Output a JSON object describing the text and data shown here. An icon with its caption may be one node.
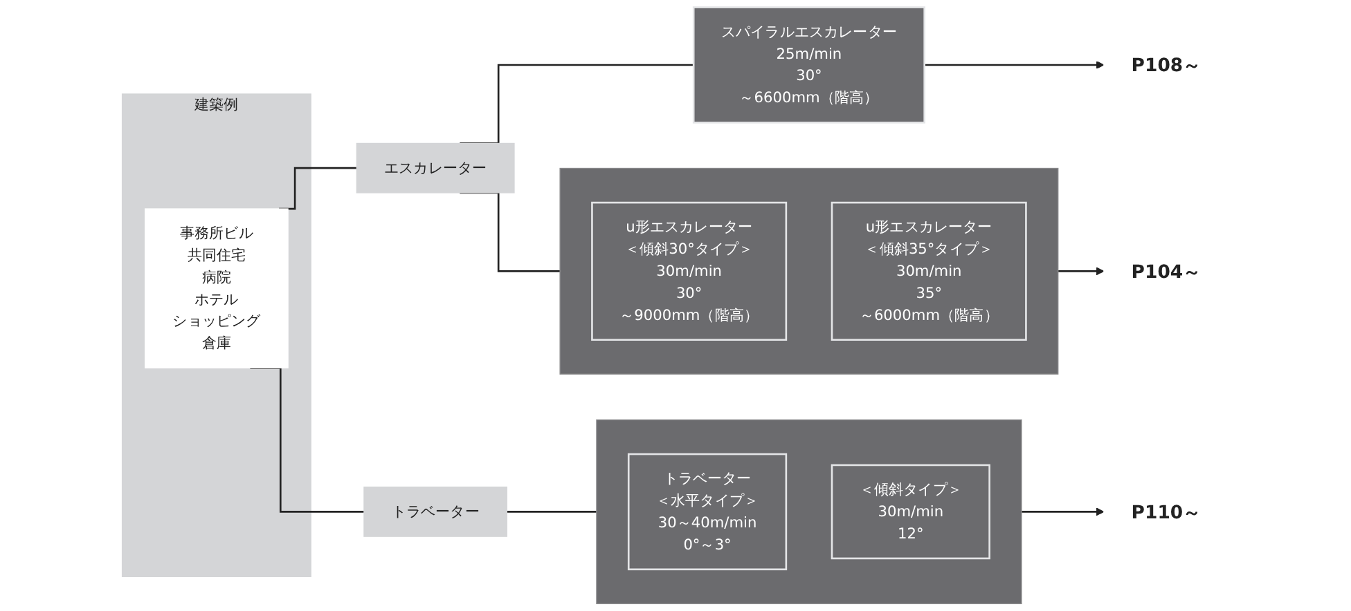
{
  "diagram": {
    "nodes": [
      {
        "text": [
          "建築例"
        ]
      },
      {
        "text": [
          "事務所ビル",
          "共同住宅",
          "病院",
          "ホテル",
          "ショッピング",
          "倉庫"
        ],
        "in": 0
      },
      {
        "text": [
          "エスカレーター"
        ]
      },
      {
        "text": [
          "トラベーター"
        ]
      },
      {
        "text": [],
        "shape": "box"
      },
      {
        "text": [
          "u形エスカレーター",
          "＜傾斜30°タイプ＞",
          "30m/min",
          "30°",
          "～9000mm（階高）"
        ],
        "in": 4
      },
      {
        "text": [
          "u形エスカレーター",
          "＜傾斜35°タイプ＞",
          "30m/min",
          "35°",
          "～6000mm（階高）"
        ],
        "in": 4
      },
      {
        "text": [
          "スパイラルエスカレーター",
          "25m/min",
          "30°",
          "～6600mm（階高）"
        ]
      },
      {
        "text": [],
        "shape": "box"
      },
      {
        "text": [
          "トラベーター",
          "＜水平タイプ＞",
          "30～40m/min",
          "0°～3°"
        ],
        "in": 8
      },
      {
        "text": [
          "＜傾斜タイプ＞",
          "30m/min",
          "12°"
        ],
        "in": 8
      },
      {
        "text": [
          "P104～"
        ]
      },
      {
        "text": [
          "P108～"
        ]
      },
      {
        "text": [
          "P110～"
        ]
      }
    ],
    "edges": [
      {
        "from": 1,
        "to": 2,
        "arrow": "none"
      },
      {
        "from": 1,
        "to": 3,
        "arrow": "none"
      },
      {
        "from": 2,
        "to": 4,
        "arrow": "none"
      },
      {
        "from": 2,
        "to": 7,
        "arrow": "none"
      },
      {
        "from": 3,
        "to": 8,
        "arrow": "none"
      },
      {
        "from": 4,
        "to": 11,
        "arrow": "to"
      },
      {
        "from": 7,
        "to": 12,
        "arrow": "to"
      },
      {
        "from": 8,
        "to": 13,
        "arrow": "to"
      }
    ]
  }
}
